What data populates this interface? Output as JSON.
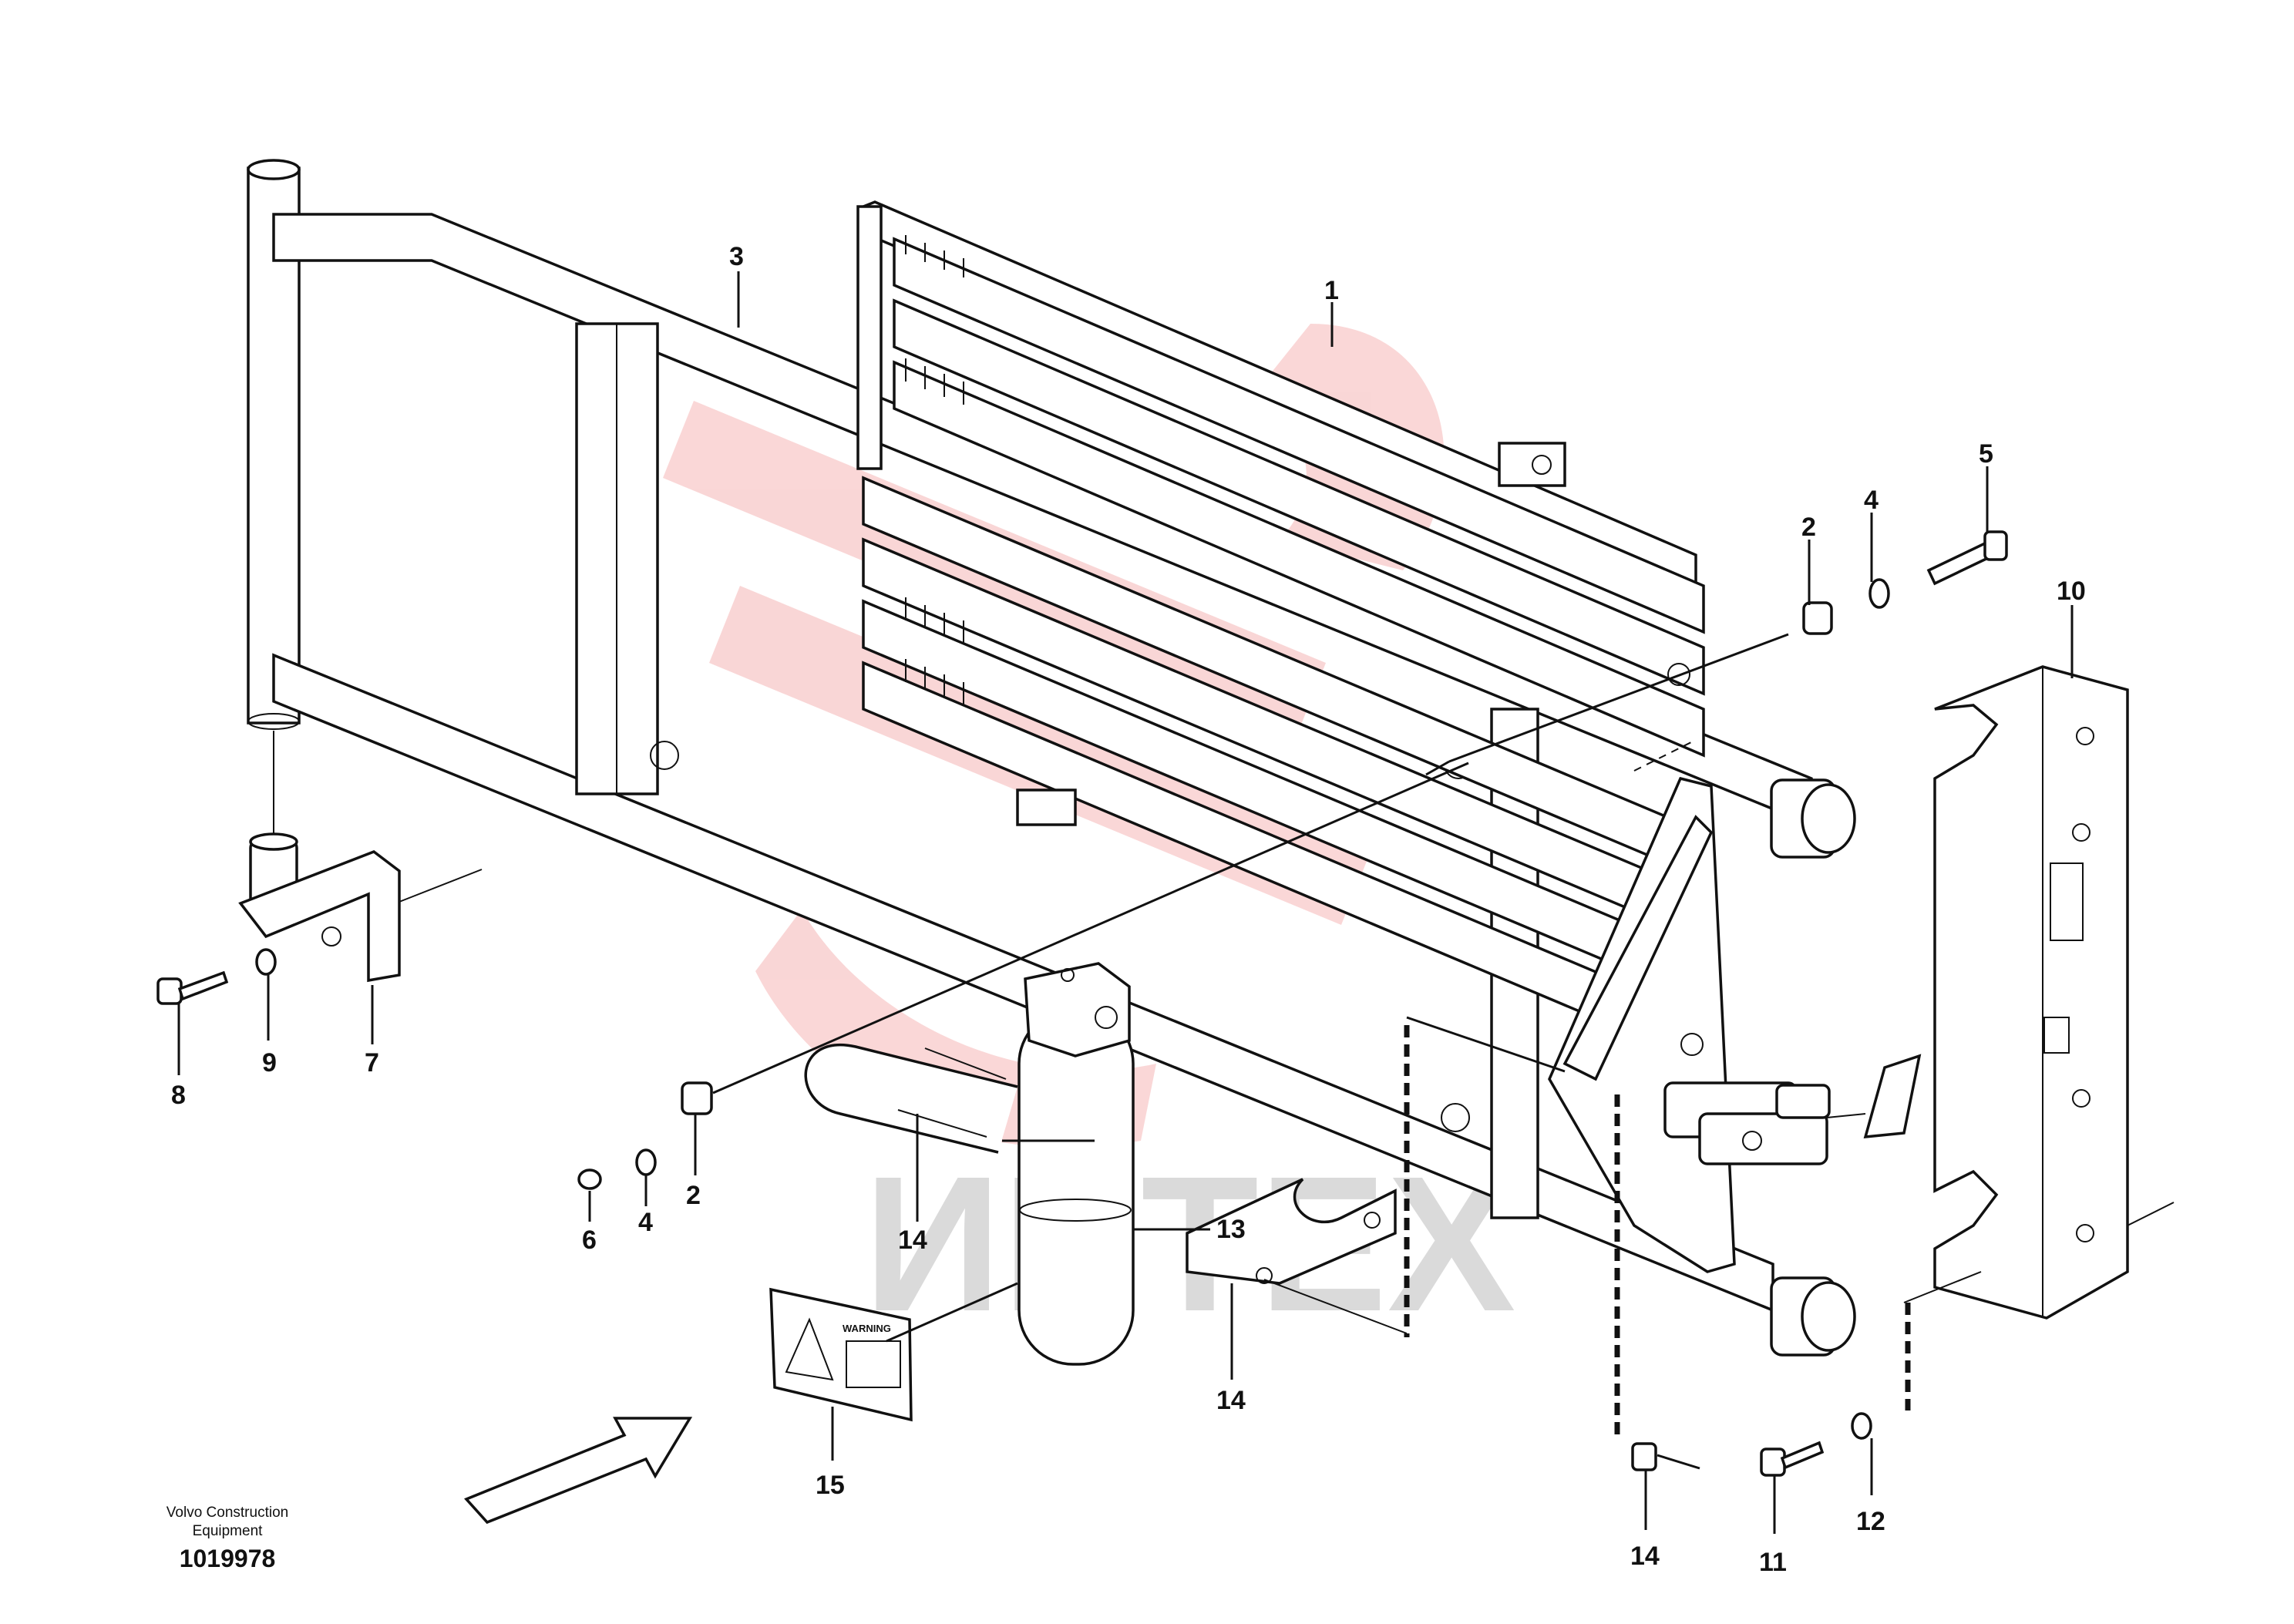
{
  "diagram": {
    "type": "exploded-parts-diagram",
    "watermark_text": "ИНТЕХ",
    "colors": {
      "line": "#111111",
      "watermark_red": "#e84a4a",
      "watermark_gray": "#bdbdbd",
      "background": "#ffffff"
    },
    "callouts": {
      "c1": "1",
      "c2a": "2",
      "c2b": "2",
      "c3": "3",
      "c4a": "4",
      "c4b": "4",
      "c5": "5",
      "c6": "6",
      "c7": "7",
      "c8": "8",
      "c9": "9",
      "c10": "10",
      "c11": "11",
      "c12": "12",
      "c13": "13",
      "c14a": "14",
      "c14b": "14",
      "c14c": "14",
      "c15": "15"
    },
    "warning_label_text": "WARNING"
  },
  "caption": {
    "line1": "Volvo Construction",
    "line2": "Equipment",
    "number": "1019978"
  }
}
